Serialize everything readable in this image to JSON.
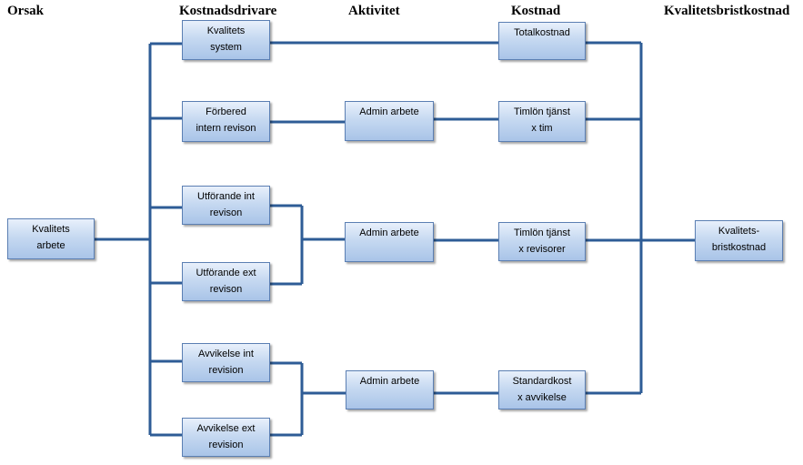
{
  "columns": {
    "orsak": "Orsak",
    "kostnadsdrivare": "Kostnadsdrivare",
    "aktivitet": "Aktivitet",
    "kostnad": "Kostnad",
    "kvalitetsbristkostnad": "Kvalitetsbristkostnad"
  },
  "nodes": {
    "kvalitets_arbete": "Kvalitets\narbete",
    "kvalitets_system": "Kvalitets\nsystem",
    "forbered_intern_revison": "Förbered\nintern revison",
    "utforande_int_revison": "Utförande int\nrevison",
    "utforande_ext_revison": "Utförande ext\nrevison",
    "avvikelse_int_revision": "Avvikelse int\nrevision",
    "avvikelse_ext_revision": "Avvikelse ext\nrevision",
    "admin_arbete_1": "Admin arbete",
    "admin_arbete_2": "Admin arbete",
    "admin_arbete_3": "Admin arbete",
    "totalkostnad": "Totalkostnad",
    "timlon_tim": "Timlön tjänst\nx tim",
    "timlon_revisorer": "Timlön tjänst\nx revisorer",
    "standardkost": "Standardkost\nx avvikelse",
    "kvalitetsbristkostnad_result": "Kvalitets-\nbristkostnad"
  },
  "colors": {
    "connector": "#2e5c96",
    "node_border": "#5b7fb3",
    "node_fill_top": "#e8f0fb",
    "node_fill_bottom": "#a9c4e8"
  }
}
